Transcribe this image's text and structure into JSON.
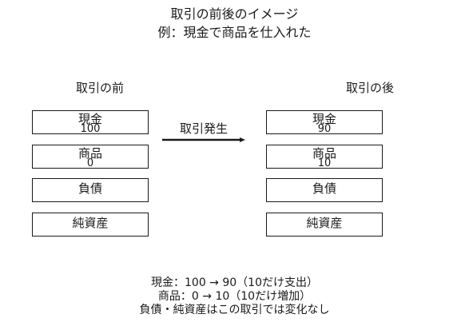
{
  "title": {
    "line1": "取引の前後のイメージ",
    "line2": "例：現金で商品を仕入れた"
  },
  "before": {
    "heading": "取引の前",
    "items": [
      {
        "label": "現金",
        "value": "100"
      },
      {
        "label": "商品",
        "value": "0"
      },
      {
        "label": "負債",
        "value": ""
      },
      {
        "label": "純資産",
        "value": ""
      }
    ]
  },
  "transaction": {
    "label": "取引発生"
  },
  "after": {
    "heading": "取引の後",
    "items": [
      {
        "label": "現金",
        "value": "90"
      },
      {
        "label": "商品",
        "value": "10"
      },
      {
        "label": "負債",
        "value": ""
      },
      {
        "label": "純資産",
        "value": ""
      }
    ]
  },
  "summary": {
    "line1": "現金：100 → 90（10だけ支出）",
    "line2": "商品：0 → 10（10だけ増加）",
    "line3": "負債・純資産はこの取引では変化なし"
  },
  "colors": {
    "stroke": "#1a1a1a",
    "background": "#ffffff"
  }
}
